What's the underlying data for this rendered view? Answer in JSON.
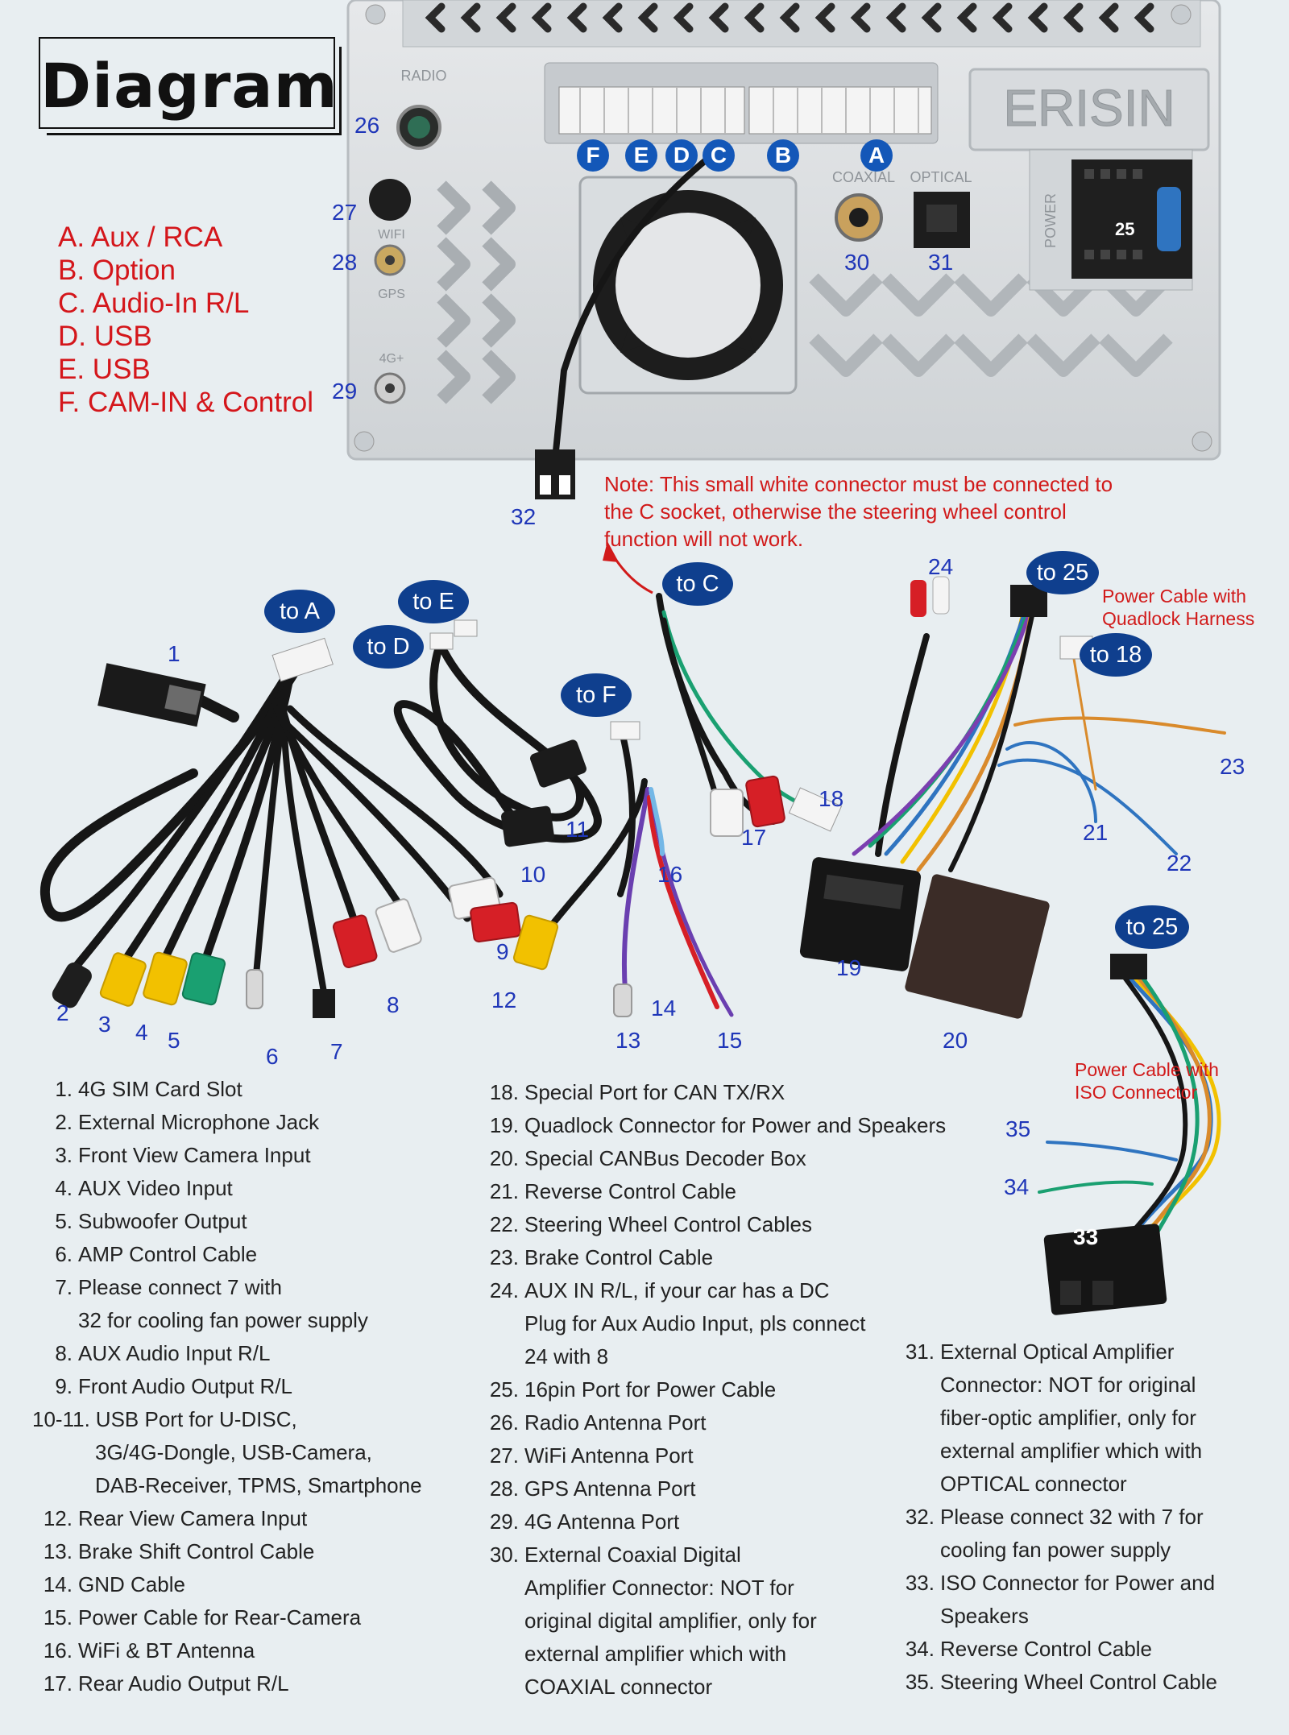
{
  "title": "Diagram",
  "unit_labels": {
    "radio": "RADIO",
    "wifi": "WIFI",
    "gps": "GPS",
    "lte": "4G+",
    "coaxial": "COAXIAL",
    "optical": "OPTICAL",
    "power": "POWER",
    "brand": "ERISIN"
  },
  "socket_letters": [
    "F",
    "E",
    "D",
    "C",
    "B",
    "A"
  ],
  "socket_legend": [
    "A. Aux / RCA",
    "B. Option",
    "C. Audio-In R/L",
    "D. USB",
    "E. USB",
    "F. CAM-IN & Control"
  ],
  "note": "Note: This small white connector must be connected to the C socket, otherwise the steering wheel control function will not work.",
  "connection_bubbles": {
    "to_a": "to A",
    "to_e": "to E",
    "to_d": "to D",
    "to_f": "to F",
    "to_c": "to C",
    "to_25_top": "to 25",
    "to_18": "to 18",
    "to_25_iso": "to 25"
  },
  "harness_labels": {
    "quadlock": "Power Cable with\nQuadlock Harness",
    "iso": "Power Cable with\nISO Connector"
  },
  "numbers": {
    "n1": "1",
    "n2": "2",
    "n3": "3",
    "n4": "4",
    "n5": "5",
    "n6": "6",
    "n7": "7",
    "n8": "8",
    "n9": "9",
    "n10": "10",
    "n11": "11",
    "n12": "12",
    "n13": "13",
    "n14": "14",
    "n15": "15",
    "n16": "16",
    "n17": "17",
    "n18": "18",
    "n19": "19",
    "n20": "20",
    "n21": "21",
    "n22": "22",
    "n23": "23",
    "n24": "24",
    "n25": "25",
    "n26": "26",
    "n27": "27",
    "n28": "28",
    "n29": "29",
    "n30": "30",
    "n31": "31",
    "n32": "32",
    "n33": "33",
    "n34": "34",
    "n35": "35"
  },
  "list_col1": [
    {
      "n": "1.",
      "t": "4G SIM Card Slot"
    },
    {
      "n": "2.",
      "t": "External Microphone Jack"
    },
    {
      "n": "3.",
      "t": "Front View Camera Input"
    },
    {
      "n": "4.",
      "t": "AUX Video Input"
    },
    {
      "n": "5.",
      "t": "Subwoofer Output"
    },
    {
      "n": "6.",
      "t": "AMP Control Cable"
    },
    {
      "n": "7.",
      "t": "Please connect 7 with\n32 for cooling fan power supply"
    },
    {
      "n": "8.",
      "t": "AUX Audio Input R/L"
    },
    {
      "n": "9.",
      "t": "Front Audio Output R/L"
    },
    {
      "n": "10-11.",
      "t": "USB Port for U-DISC,",
      "cont": "3G/4G-Dongle, USB-Camera,\nDAB-Receiver, TPMS, Smartphone"
    },
    {
      "n": "12.",
      "t": "Rear View Camera Input"
    },
    {
      "n": "13.",
      "t": "Brake Shift Control Cable"
    },
    {
      "n": "14.",
      "t": "GND Cable"
    },
    {
      "n": "15.",
      "t": "Power Cable for Rear-Camera"
    },
    {
      "n": "16.",
      "t": "WiFi & BT Antenna"
    },
    {
      "n": "17.",
      "t": "Rear Audio Output R/L"
    }
  ],
  "list_col2": [
    {
      "n": "18.",
      "t": "Special Port for CAN TX/RX"
    },
    {
      "n": "19.",
      "t": "Quadlock Connector for Power and Speakers"
    },
    {
      "n": "20.",
      "t": "Special CANBus Decoder Box"
    },
    {
      "n": "21.",
      "t": "Reverse Control Cable"
    },
    {
      "n": "22.",
      "t": "Steering Wheel Control Cables"
    },
    {
      "n": "23.",
      "t": "Brake Control Cable"
    },
    {
      "n": "24.",
      "t": "AUX IN R/L, if your car has a DC\nPlug for Aux Audio Input, pls connect\n24 with 8"
    },
    {
      "n": "25.",
      "t": "16pin Port for Power Cable"
    },
    {
      "n": "26.",
      "t": "Radio Antenna Port"
    },
    {
      "n": "27.",
      "t": "WiFi Antenna Port"
    },
    {
      "n": "28.",
      "t": "GPS Antenna Port"
    },
    {
      "n": "29.",
      "t": "4G Antenna Port"
    },
    {
      "n": "30.",
      "t": "External Coaxial Digital\nAmplifier Connector: NOT for\noriginal digital amplifier, only for\nexternal amplifier which with\nCOAXIAL connector"
    }
  ],
  "list_col3": [
    {
      "n": "31.",
      "t": "External Optical Amplifier\nConnector: NOT for original\nfiber-optic amplifier, only for\nexternal amplifier which with\nOPTICAL connector"
    },
    {
      "n": "32.",
      "t": "Please connect 32 with 7 for\ncooling fan power supply"
    },
    {
      "n": "33.",
      "t": "ISO Connector for Power and\nSpeakers"
    },
    {
      "n": "34.",
      "t": "Reverse Control Cable"
    },
    {
      "n": "35.",
      "t": "Steering Wheel Control Cable"
    }
  ],
  "colors": {
    "red_text": "#d4161b",
    "blue_number": "#1f36b8",
    "bubble": "#0f3f8e",
    "socket_bubble": "#1357b8",
    "unit_body": "#dadde0",
    "cable": "#161616"
  }
}
